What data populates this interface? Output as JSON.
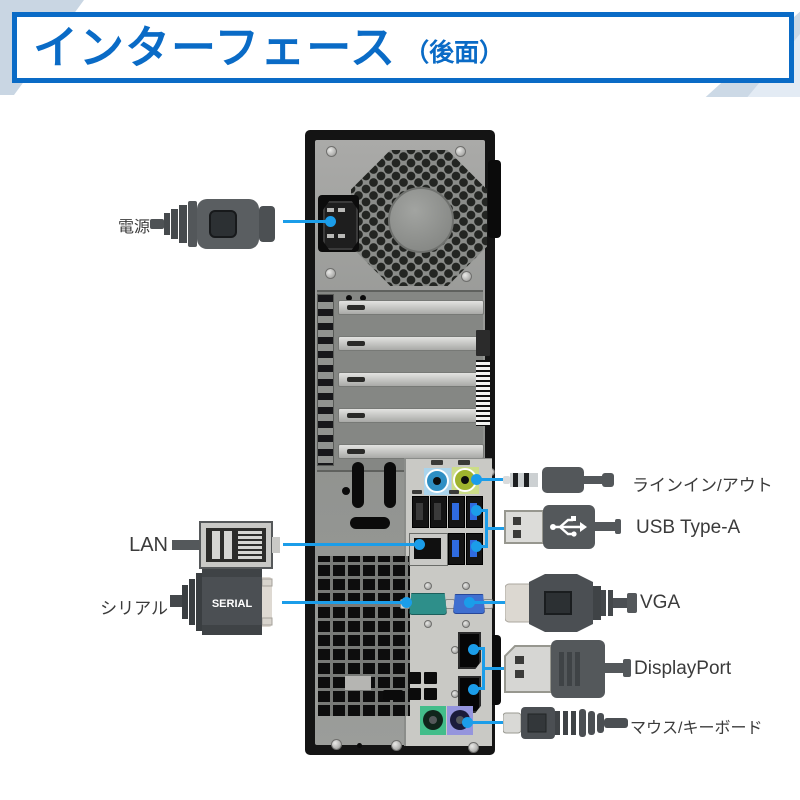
{
  "header": {
    "title": "インターフェース",
    "subtitle": "（後面）"
  },
  "labels": {
    "power": "電源",
    "lan": "LAN",
    "serial": "シリアル",
    "audio": "ラインイン/アウト",
    "usb": "USB Type-A",
    "vga": "VGA",
    "displayport": "DisplayPort",
    "ps2": "マウス/キーボード"
  },
  "connector_text": {
    "serial_plug": "SERIAL"
  },
  "icons": {
    "power_plug": "c13-power-plug-icon",
    "lan_connector": "rj45-plug-icon",
    "serial_connector": "db9-serial-plug-icon",
    "audio_connector": "audio-mini-jack-plug-icon",
    "usb_connector": "usb-a-plug-icon",
    "vga_connector": "vga-plug-icon",
    "displayport_connector": "displayport-plug-icon",
    "ps2_connector": "ps2-plug-icon"
  },
  "device_features": [
    "power-inlet",
    "fan-grille",
    "expansion-slot-covers",
    "serial-barcode-label",
    "audio-line-in-jack",
    "audio-line-out-jack",
    "usb2-ports",
    "usb3-ports",
    "lan-port",
    "serial-port",
    "vga-port",
    "displayport-1",
    "displayport-2",
    "ps2-mouse-port",
    "ps2-keyboard-port"
  ],
  "colors": {
    "accent_blue": "#0a6bc6",
    "callout_blue": "#1b9de9",
    "audio_line_in": "#2f8fc4",
    "audio_line_out": "#9fb32e",
    "usb3_blue": "#2f6be0",
    "serial_teal": "#2e8f8a",
    "vga_blue": "#3f6fd0",
    "ps2_mouse_green": "#43bd8a",
    "ps2_keyboard_purple": "#9595dd"
  }
}
